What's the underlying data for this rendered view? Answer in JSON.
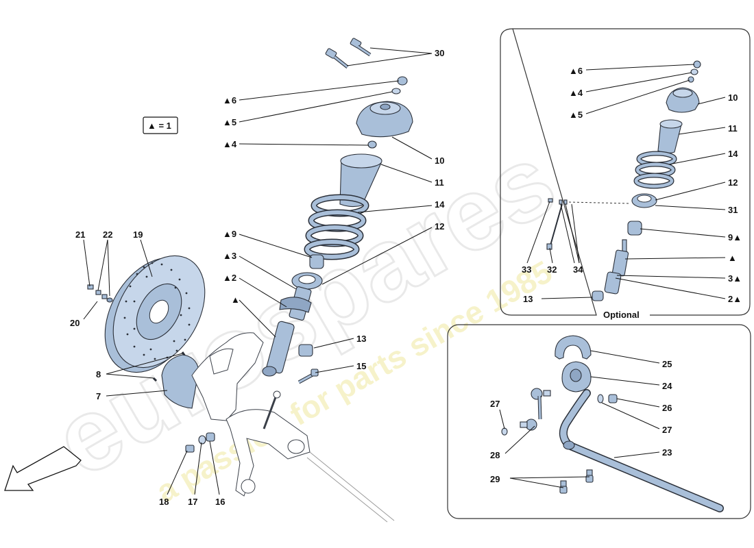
{
  "legend": {
    "text": "▲ = 1"
  },
  "optional_panel": {
    "caption": "Optional"
  },
  "watermark": {
    "brand": "eurospares",
    "tagline": "a passion for parts since 1985"
  },
  "colors": {
    "part_fill": "#a9bfd9",
    "part_light": "#c6d6ea",
    "line": "#111111",
    "watermark_yellow": "#efe9a0"
  },
  "main_labels": {
    "l30": "30",
    "l6": "▲6",
    "l5": "▲5",
    "l4": "▲4",
    "l10": "10",
    "l11": "11",
    "l14": "14",
    "l12": "12",
    "l9": "▲9",
    "l3": "▲3",
    "l2": "▲2",
    "ltri": "▲",
    "l13": "13",
    "l15": "15",
    "l21": "21",
    "l22": "22",
    "l19": "19",
    "l20": "20",
    "l8": "8",
    "l7": "7",
    "l18": "18",
    "l17": "17",
    "l16": "16"
  },
  "opt_labels": {
    "l6": "▲6",
    "l4": "▲4",
    "l5": "▲5",
    "l10": "10",
    "l11": "11",
    "l14": "14",
    "l12": "12",
    "l31": "31",
    "l9": "9▲",
    "ltri": "▲",
    "l3": "3▲",
    "l2": "2▲",
    "l13": "13",
    "l33": "33",
    "l32": "32",
    "l34": "34"
  },
  "sway_labels": {
    "l25": "25",
    "l24": "24",
    "l27a": "27",
    "l26": "26",
    "l27b": "27",
    "l23": "23",
    "l28": "28",
    "l29": "29"
  },
  "icons": {
    "direction": "direction-arrow-icon"
  }
}
